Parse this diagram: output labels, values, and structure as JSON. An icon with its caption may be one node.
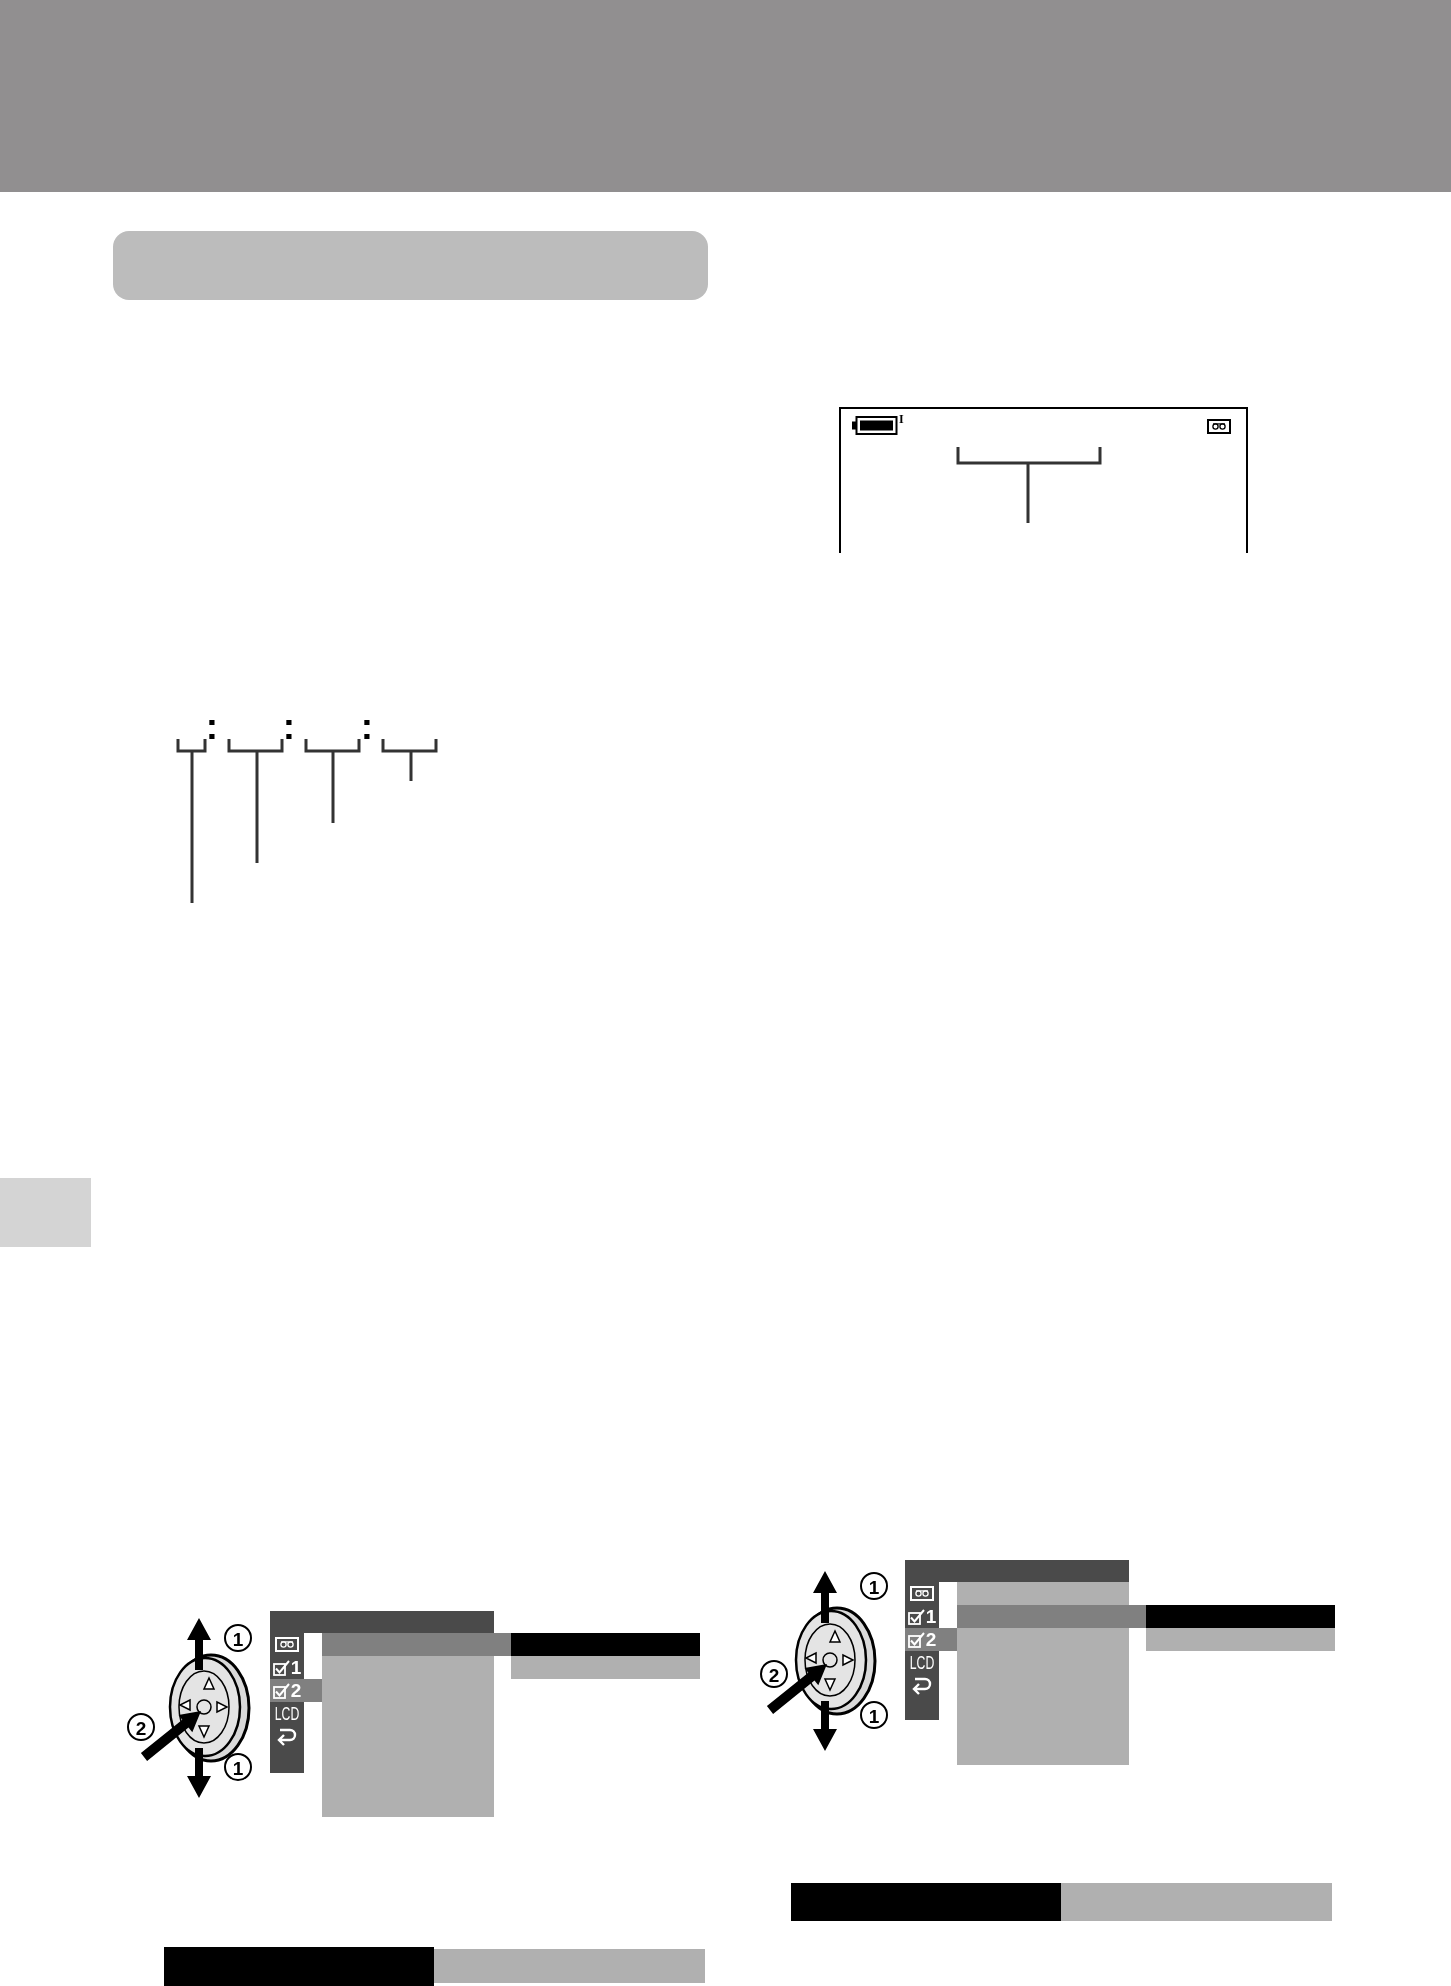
{
  "diagram": {
    "nodes": [
      {
        "text": [],
        "shape": "box"
      },
      {
        "text": [],
        "shape": "box"
      },
      {
        "text": [],
        "shape": "bar"
      },
      {
        "text": [
          "1"
        ]
      },
      {
        "text": [
          "2"
        ]
      },
      {
        "text": [
          "LCD"
        ]
      },
      {
        "text": [],
        "shape": "bar"
      },
      {
        "text": [],
        "shape": "box"
      },
      {
        "text": [],
        "shape": "bar"
      },
      {
        "text": [],
        "shape": "bar"
      },
      {
        "text": [],
        "shape": "bar"
      },
      {
        "text": [],
        "shape": "bar"
      },
      {
        "text": [],
        "shape": "bar"
      },
      {
        "text": [
          "1"
        ]
      },
      {
        "text": [
          "2"
        ]
      },
      {
        "text": [
          "LCD"
        ]
      },
      {
        "text": [],
        "shape": "bar"
      },
      {
        "text": [],
        "shape": "bar"
      },
      {
        "text": [],
        "shape": "box"
      },
      {
        "text": [],
        "shape": "bar"
      },
      {
        "text": [],
        "shape": "bar"
      },
      {
        "text": [],
        "shape": "bar"
      },
      {
        "text": [],
        "shape": "bar"
      }
    ],
    "labels": [
      ":",
      ":",
      ":",
      "1",
      "2",
      "1",
      "I",
      "1",
      "2",
      "1"
    ]
  }
}
